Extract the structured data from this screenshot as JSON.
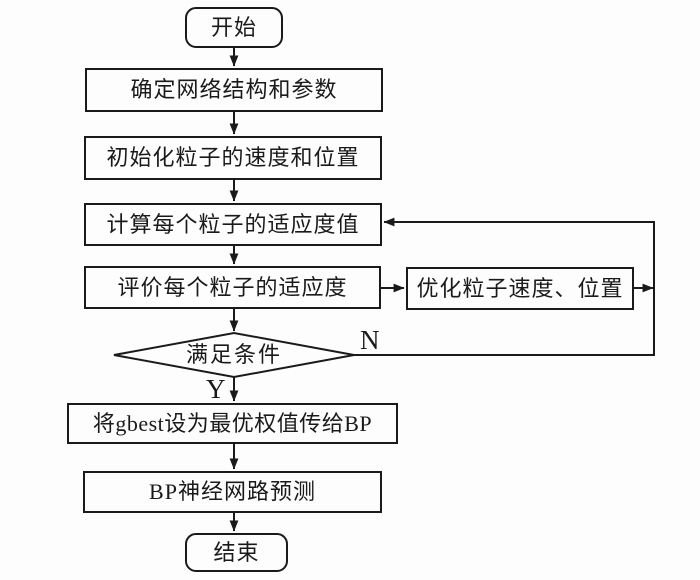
{
  "flowchart": {
    "nodes": {
      "start": "开始",
      "determine_network": "确定网络结构和参数",
      "init_particles": "初始化粒子的速度和位置",
      "calc_fitness": "计算每个粒子的适应度值",
      "evaluate_fitness": "评价每个粒子的适应度",
      "optimize_particles": "优化粒子速度、位置",
      "condition": "满足条件",
      "set_gbest": "将gbest设为最优权值传给BP",
      "bp_predict": "BP神经网路预测",
      "end": "结束"
    },
    "edge_labels": {
      "no": "N",
      "yes": "Y"
    },
    "colors": {
      "line": "#1a1a1a",
      "background": "#fdfdfd"
    }
  }
}
